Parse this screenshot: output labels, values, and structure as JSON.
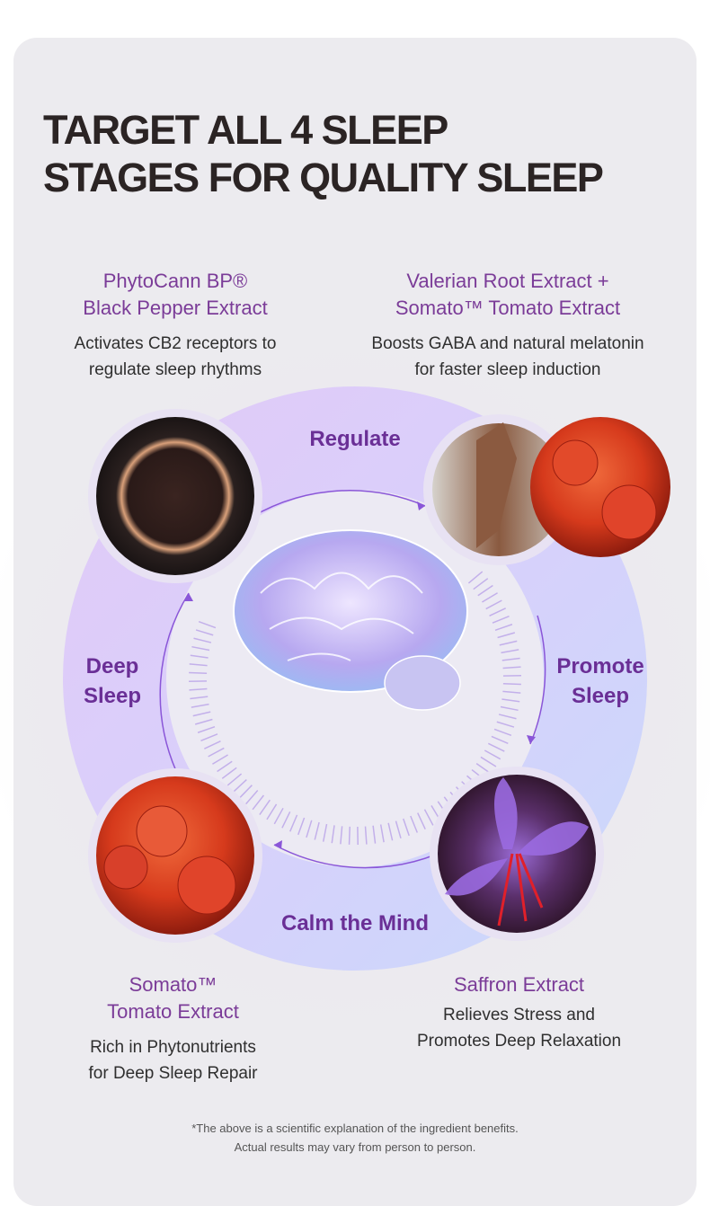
{
  "title_lines": [
    "TARGET ALL 4 SLEEP",
    "STAGES FOR QUALITY SLEEP"
  ],
  "ingredients": [
    {
      "heading": [
        "PhytoCann BP®",
        "Black Pepper Extract"
      ],
      "desc": [
        "Activates CB2 receptors to",
        "regulate sleep rhythms"
      ]
    },
    {
      "heading": [
        "Valerian Root Extract +",
        "Somato™ Tomato Extract"
      ],
      "desc": [
        "Boosts GABA  and natural melatonin",
        "for faster sleep induction"
      ]
    },
    {
      "heading": [
        "Somato™",
        "Tomato Extract"
      ],
      "desc": [
        "Rich in Phytonutrients",
        "for Deep Sleep Repair"
      ]
    },
    {
      "heading": [
        "Saffron Extract"
      ],
      "desc": [
        "Relieves Stress and",
        "Promotes Deep Relaxation"
      ]
    }
  ],
  "stages": {
    "regulate": [
      "Regulate"
    ],
    "promote": [
      "Promote",
      "Sleep"
    ],
    "calm": [
      "Calm the Mind"
    ],
    "deep": [
      "Deep",
      "Sleep"
    ]
  },
  "images": [
    "black-pepper",
    "valerian-root",
    "tomatoes",
    "tomatoes",
    "saffron-flower",
    "brain"
  ],
  "footnote": [
    "*The above is a scientific explanation of the ingredient benefits.",
    "Actual results may vary from person to person."
  ],
  "colors": {
    "accent": "#7b3c98",
    "stage": "#6a2f96",
    "title": "#2b2424",
    "card": "#ecebef"
  }
}
